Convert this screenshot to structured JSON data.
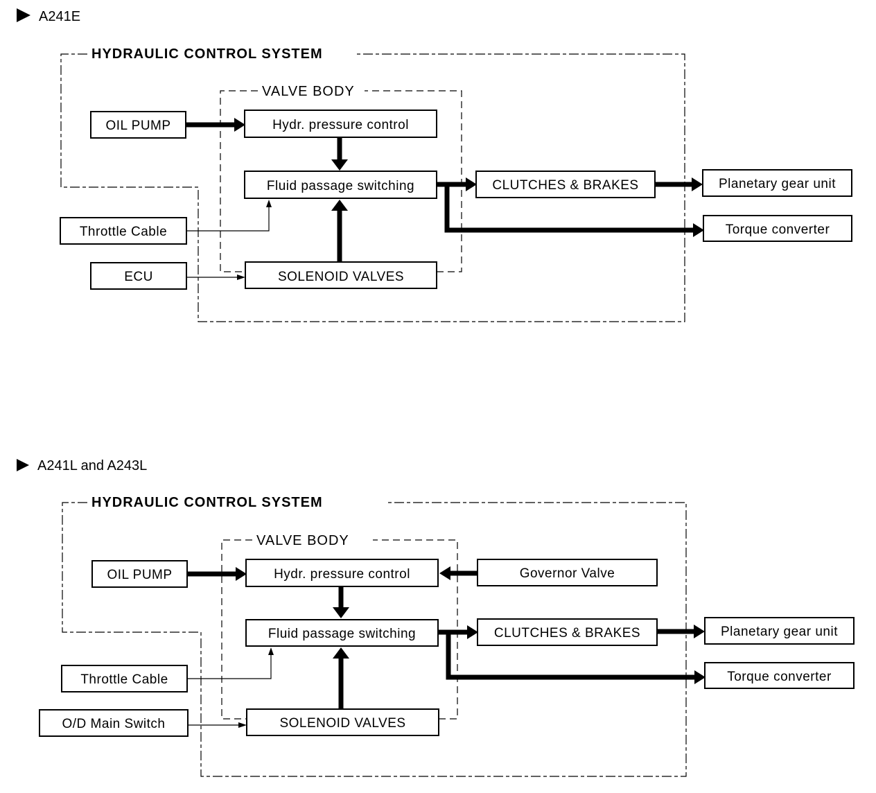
{
  "diagrams": [
    {
      "caption": "A241E",
      "system_title": "HYDRAULIC CONTROL SYSTEM",
      "valve_body_title": "VALVE BODY",
      "boxes": {
        "oil_pump": "OIL PUMP",
        "hydr_pressure": "Hydr. pressure control",
        "fluid_passage": "Fluid passage switching",
        "solenoid_valves": "SOLENOID VALVES",
        "throttle_cable": "Throttle Cable",
        "ecu": "ECU",
        "clutches_brakes": "CLUTCHES & BRAKES",
        "planetary": "Planetary gear unit",
        "torque_converter": "Torque converter"
      }
    },
    {
      "caption": "A241L and A243L",
      "system_title": "HYDRAULIC CONTROL SYSTEM",
      "valve_body_title": "VALVE BODY",
      "boxes": {
        "oil_pump": "OIL PUMP",
        "hydr_pressure": "Hydr. pressure control",
        "governor_valve": "Governor Valve",
        "fluid_passage": "Fluid passage switching",
        "solenoid_valves": "SOLENOID VALVES",
        "throttle_cable": "Throttle Cable",
        "od_main_switch": "O/D Main Switch",
        "clutches_brakes": "CLUTCHES & BRAKES",
        "planetary": "Planetary gear unit",
        "torque_converter": "Torque converter"
      }
    }
  ]
}
